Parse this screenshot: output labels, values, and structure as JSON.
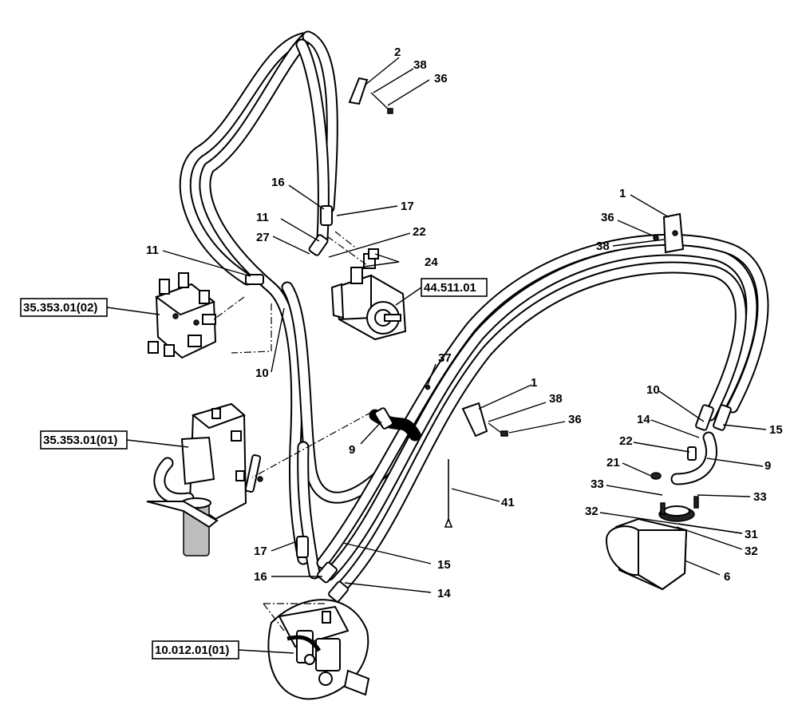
{
  "refs": {
    "r1": "35.353.01(02)",
    "r2": "44.511.01",
    "r3": "35.353.01(01)",
    "r4": "10.012.01(01)"
  },
  "callouts": {
    "c_2": "2",
    "c_38a": "38",
    "c_36a": "36",
    "c_16a": "16",
    "c_17a": "17",
    "c_11a": "11",
    "c_27": "27",
    "c_22a": "22",
    "c_24": "24",
    "c_11b": "11",
    "c_10a": "10",
    "c_1a": "1",
    "c_36b": "36",
    "c_38b": "38",
    "c_37": "37",
    "c_1b": "1",
    "c_38c": "38",
    "c_36c": "36",
    "c_9a": "9",
    "c_10b": "10",
    "c_14a": "14",
    "c_15a": "15",
    "c_22b": "22",
    "c_9b": "9",
    "c_21": "21",
    "c_33a": "33",
    "c_33b": "33",
    "c_32a": "32",
    "c_31": "31",
    "c_32b": "32",
    "c_6": "6",
    "c_41": "41",
    "c_17b": "17",
    "c_15b": "15",
    "c_16b": "16",
    "c_14b": "14"
  }
}
